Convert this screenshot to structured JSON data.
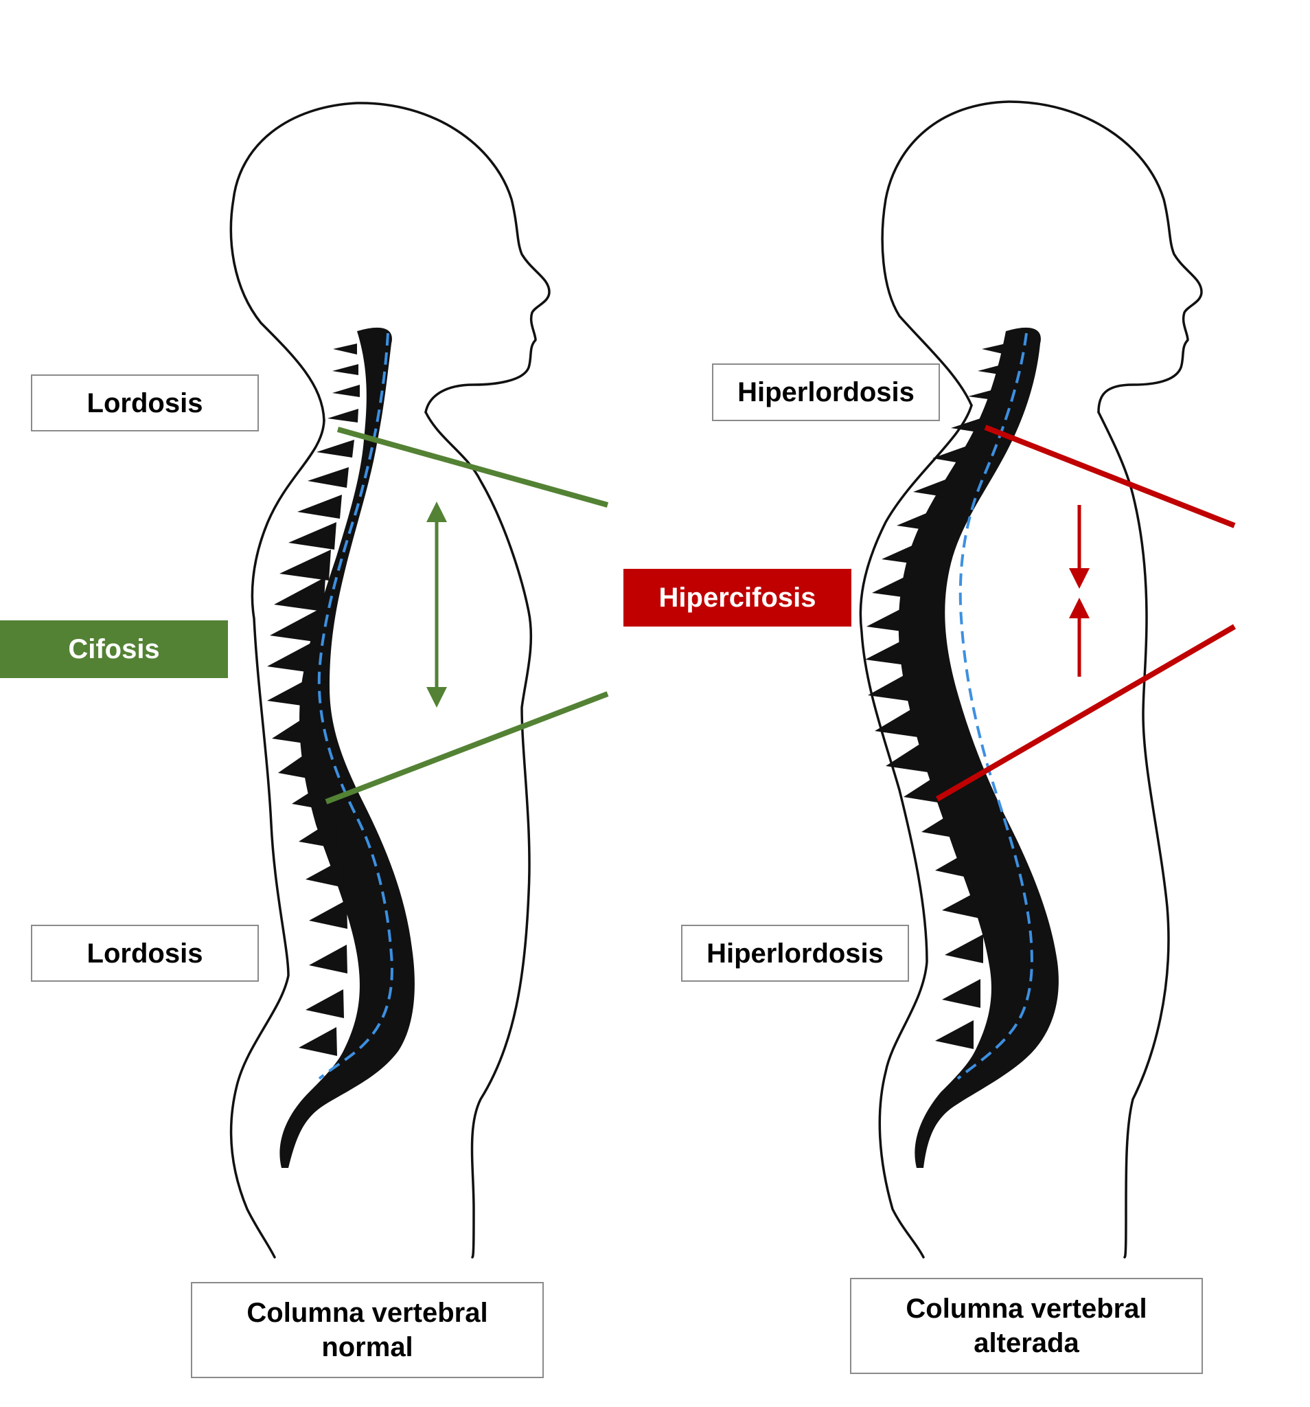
{
  "left": {
    "upper_label": "Lordosis",
    "middle_label": "Cifosis",
    "lower_label": "Lordosis",
    "caption_line1": "Columna vertebral",
    "caption_line2": "normal"
  },
  "right": {
    "upper_label": "Hiperlordosis",
    "middle_label": "Hipercifosis",
    "lower_label": "Hiperlordosis",
    "caption_line1": "Columna vertebral",
    "caption_line2": "alterada"
  },
  "colors": {
    "normal": "#548235",
    "altered": "#c00000",
    "spine_axis": "#3d8fe0",
    "outline": "#111111"
  }
}
